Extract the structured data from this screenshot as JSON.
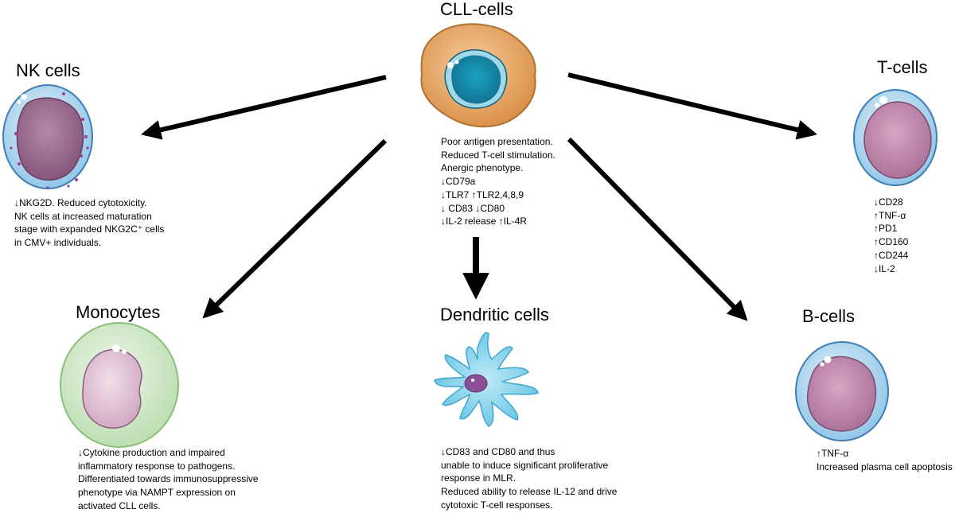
{
  "cll": {
    "title": "CLL-cells",
    "lines": [
      "Poor antigen presentation.",
      "Reduced T-cell stimulation.",
      "Anergic phenotype.",
      "↓CD79a",
      "↓TLR7 ↑TLR2,4,8,9",
      "↓ CD83 ↓CD80",
      "↓IL-2 release ↑IL-4R"
    ]
  },
  "nk": {
    "title": "NK cells",
    "lines": [
      "↓NKG2D. Reduced cytotoxicity.",
      "NK cells at increased maturation",
      "stage with expanded NKG2C⁺ cells",
      "in CMV+ individuals."
    ]
  },
  "tcells": {
    "title": "T-cells",
    "lines": [
      "↓CD28",
      "↑TNF-α",
      "↑PD1",
      "↑CD160",
      "↑CD244",
      "↓IL-2"
    ]
  },
  "monocytes": {
    "title": "Monocytes",
    "lines": [
      "↓Cytokine production and impaired",
      "inflammatory response to pathogens.",
      "Differentiated towards immunosuppressive",
      "phenotype via NAMPT expression on",
      "activated CLL cells."
    ]
  },
  "dendritic": {
    "title": "Dendritic cells",
    "lines": [
      "↓CD83 and CD80 and thus",
      "unable to induce significant proliferative",
      "response in MLR.",
      "Reduced ability to release IL-12 and drive",
      "cytotoxic T-cell responses."
    ]
  },
  "bcells": {
    "title": "B-cells",
    "lines": [
      "↑TNF-α",
      "Increased plasma cell apoptosis"
    ]
  },
  "colors": {
    "cll_outer": "#e8a867",
    "cll_nucleus": "#1f8fb0",
    "nk_outer": "#7fb9e0",
    "nk_nucleus": "#9b6a8f",
    "t_outer": "#bcdcef",
    "t_nucleus": "#b67ea5",
    "mono_outer": "#cfe7c8",
    "mono_nucleus": "#e3c6d8",
    "dc_body": "#7fd0ea",
    "dc_nucleus": "#8a4f96",
    "b_outer": "#bcdcef",
    "b_nucleus": "#b07aa4",
    "arrow": "#000000"
  },
  "icons": [
    "cll-cell-icon",
    "nk-cell-icon",
    "t-cell-icon",
    "monocyte-icon",
    "dendritic-cell-icon",
    "b-cell-icon"
  ]
}
